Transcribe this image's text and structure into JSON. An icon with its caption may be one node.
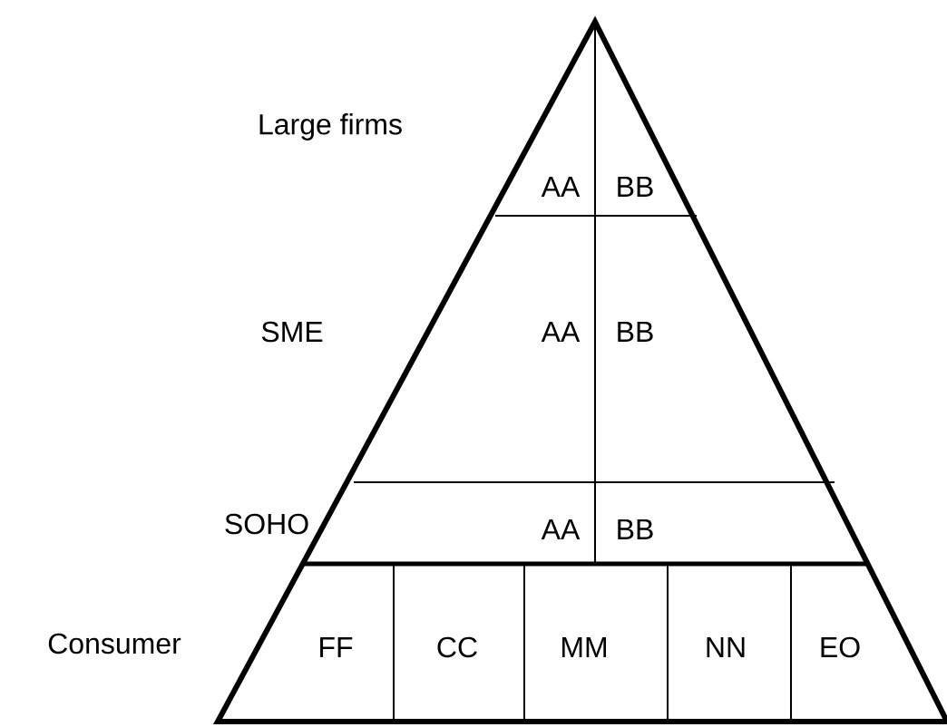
{
  "diagram": {
    "labels": [
      "Large firms",
      "AA",
      "BB",
      "SME",
      "AA",
      "BB",
      "SOHO",
      "AA",
      "BB",
      "Consumer",
      "FF",
      "CC",
      "MM",
      "NN",
      "EO"
    ]
  }
}
